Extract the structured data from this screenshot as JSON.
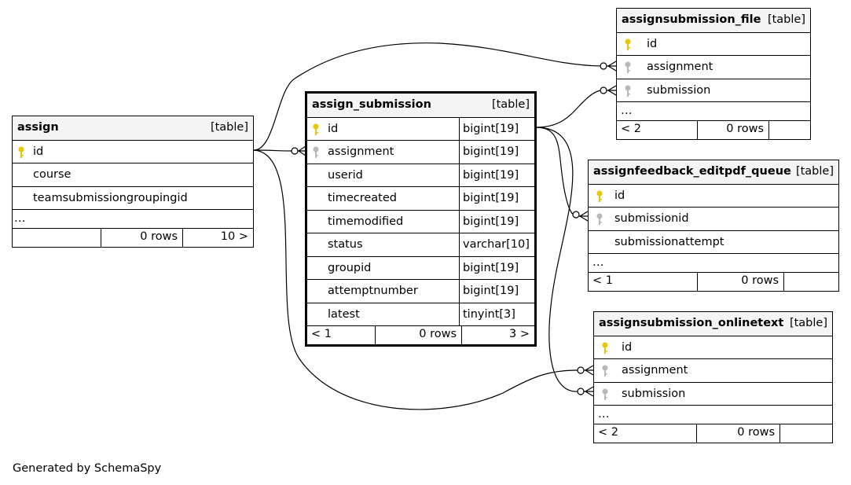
{
  "footer_credit": "Generated by SchemaSpy",
  "colors": {
    "primary_key": "#e6c700",
    "foreign_key": "#b8b8b8",
    "header_bg": "#f4f4f4",
    "line": "#000000"
  },
  "tables": {
    "assign": {
      "name": "assign",
      "type": "[table]",
      "columns": [
        "id",
        "course",
        "teamsubmissiongroupingid"
      ],
      "ellipsis": "…",
      "footer": {
        "left": "",
        "mid": "0 rows",
        "right": "10 >"
      }
    },
    "assign_submission": {
      "name": "assign_submission",
      "type": "[table]",
      "columns": [
        {
          "name": "id",
          "type": "bigint[19]"
        },
        {
          "name": "assignment",
          "type": "bigint[19]"
        },
        {
          "name": "userid",
          "type": "bigint[19]"
        },
        {
          "name": "timecreated",
          "type": "bigint[19]"
        },
        {
          "name": "timemodified",
          "type": "bigint[19]"
        },
        {
          "name": "status",
          "type": "varchar[10]"
        },
        {
          "name": "groupid",
          "type": "bigint[19]"
        },
        {
          "name": "attemptnumber",
          "type": "bigint[19]"
        },
        {
          "name": "latest",
          "type": "tinyint[3]"
        }
      ],
      "footer": {
        "left": "< 1",
        "mid": "0 rows",
        "right": "3 >"
      }
    },
    "assignsubmission_file": {
      "name": "assignsubmission_file",
      "type": "[table]",
      "columns": [
        "id",
        "assignment",
        "submission"
      ],
      "ellipsis": "…",
      "footer": {
        "left": "< 2",
        "mid": "0 rows",
        "right": ""
      }
    },
    "assignfeedback_editpdf_queue": {
      "name": "assignfeedback_editpdf_queue",
      "type": "[table]",
      "columns": [
        "id",
        "submissionid",
        "submissionattempt"
      ],
      "ellipsis": "…",
      "footer": {
        "left": "< 1",
        "mid": "0 rows",
        "right": ""
      }
    },
    "assignsubmission_onlinetext": {
      "name": "assignsubmission_onlinetext",
      "type": "[table]",
      "columns": [
        "id",
        "assignment",
        "submission"
      ],
      "ellipsis": "…",
      "footer": {
        "left": "< 2",
        "mid": "0 rows",
        "right": ""
      }
    }
  }
}
